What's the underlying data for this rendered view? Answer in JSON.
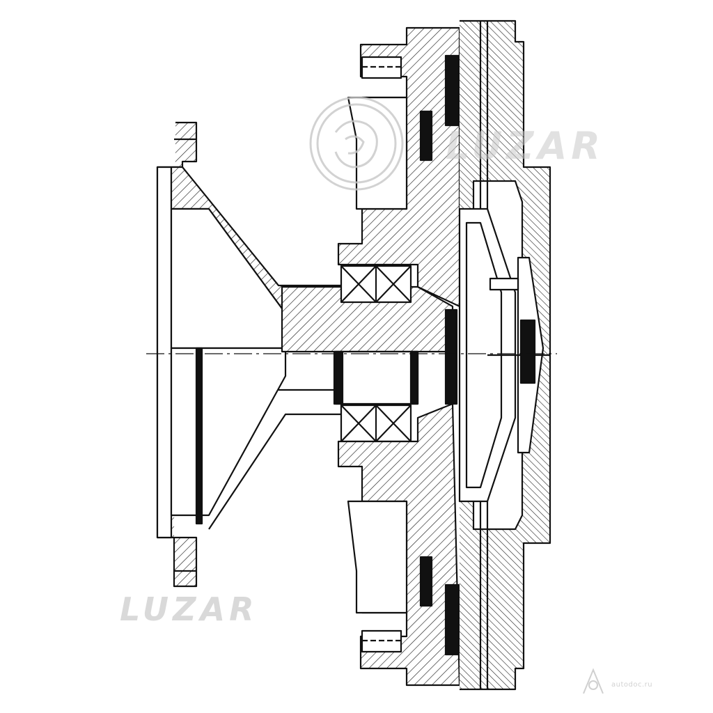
{
  "watermark": {
    "brand": "LUZAR",
    "brand_bottom": "LUZAR",
    "corner": "autodoc.ru"
  },
  "drawing": {
    "line_color": "#111111",
    "hatch_color": "#222222",
    "watermark_color": "#c8c8c8"
  }
}
